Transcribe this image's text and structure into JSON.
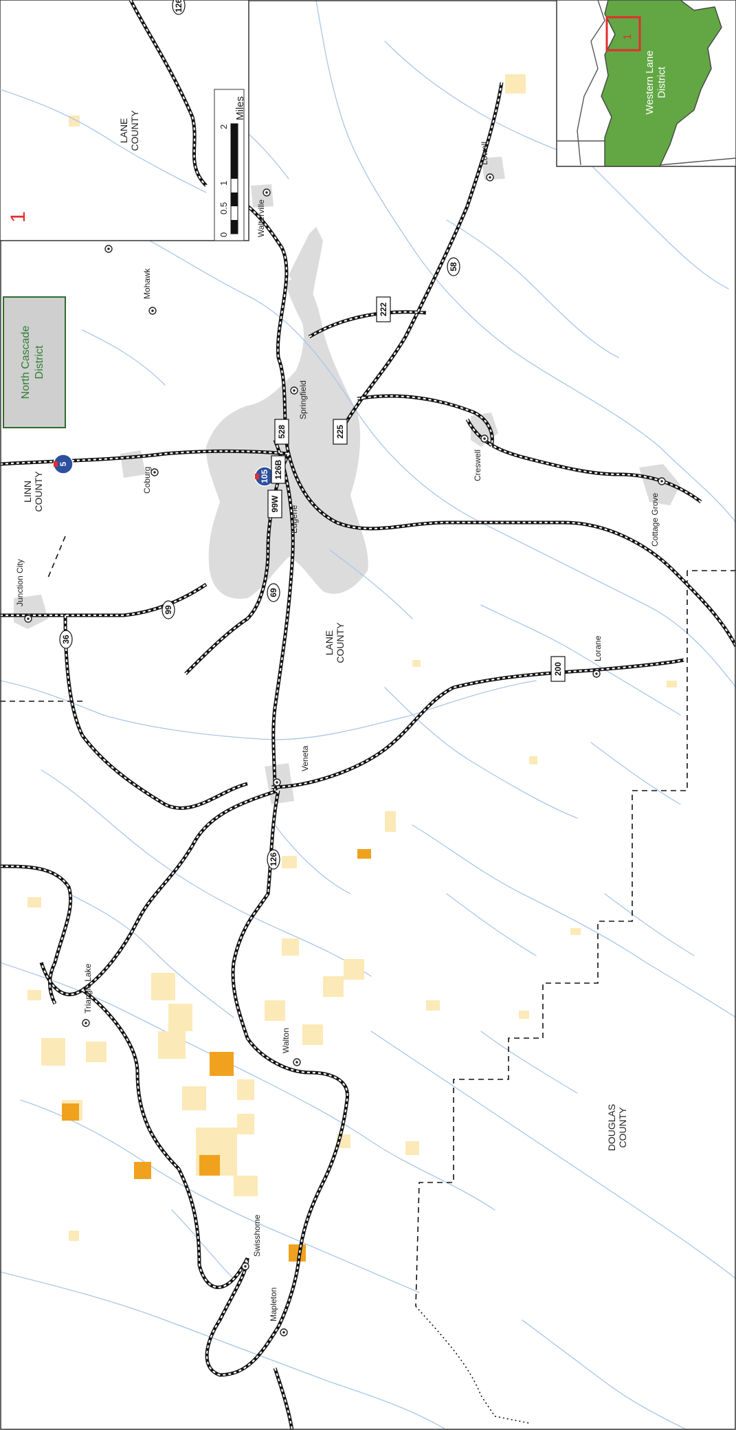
{
  "map": {
    "page_number": "1",
    "scale_bar": {
      "unit_label": "Miles",
      "ticks": [
        "0",
        "0.5",
        "1",
        "2"
      ]
    },
    "inset": {
      "district_label": "Western Lane District",
      "page_marker": "1"
    },
    "neighbor_district": "North Cascade District",
    "counties": [
      "LANE COUNTY",
      "LANE COUNTY",
      "LINN COUNTY",
      "DOUGLAS COUNTY"
    ],
    "cities": [
      "Walterville",
      "Lowell",
      "Mohawk",
      "Coburg",
      "Springfield",
      "Eugene",
      "Junction City",
      "Creswell",
      "Cottage Grove",
      "Lorane",
      "Veneta",
      "Triangle Lake",
      "Walton",
      "Swisshome",
      "Mapleton"
    ],
    "highways": [
      "126",
      "5",
      "58",
      "222",
      "528",
      "225",
      "105",
      "126B",
      "99W",
      "69",
      "99",
      "36",
      "200",
      "126"
    ],
    "colors": {
      "rivers": "#a9c6e8",
      "urban": "#dcdcdc",
      "inset_district": "#62a744",
      "neighbor_district": "#cfcfcf",
      "parcel_light": "#fbe9b7",
      "parcel_orange": "#f0a21e",
      "interstate_shield": "#2c4f9e",
      "red_marker": "#e22d2d"
    }
  }
}
